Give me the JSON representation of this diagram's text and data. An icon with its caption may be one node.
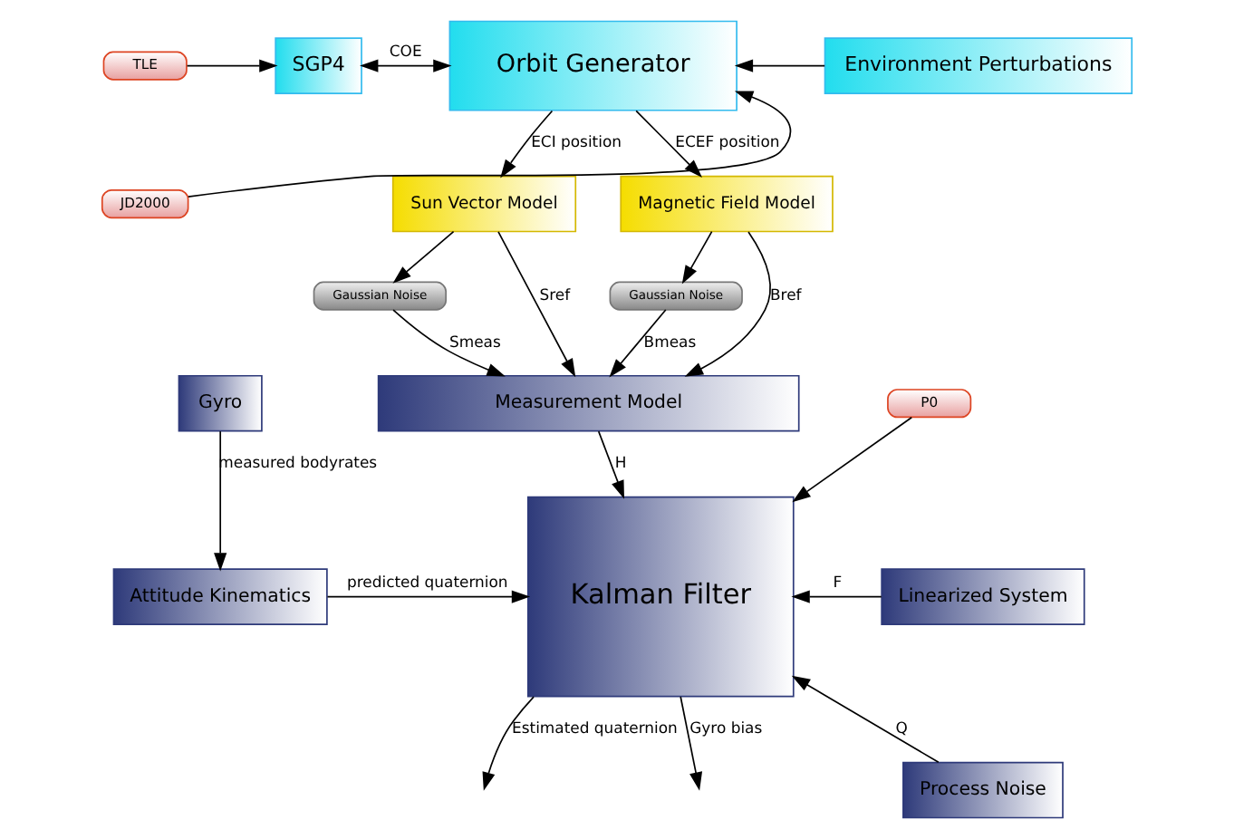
{
  "diagram": {
    "nodes": [
      {
        "text": [
          "TLE"
        ]
      },
      {
        "text": [
          "SGP4"
        ]
      },
      {
        "text": [
          "Orbit Generator"
        ]
      },
      {
        "text": [
          "Environment Perturbations"
        ]
      },
      {
        "text": [
          "JD2000"
        ]
      },
      {
        "text": [
          "Sun Vector Model"
        ]
      },
      {
        "text": [
          "Magnetic Field Model"
        ]
      },
      {
        "text": [
          "Gaussian Noise"
        ]
      },
      {
        "text": [
          "Gaussian Noise"
        ]
      },
      {
        "text": [
          "Measurement Model"
        ]
      },
      {
        "text": [
          "Gyro"
        ]
      },
      {
        "text": [
          "Kalman Filter"
        ]
      },
      {
        "text": [
          "P0"
        ]
      },
      {
        "text": [
          "Linearized System"
        ]
      },
      {
        "text": [
          "Attitude Kinematics"
        ]
      },
      {
        "text": [
          "Process Noise"
        ]
      }
    ],
    "edges": [
      {
        "from": 0,
        "to": 1,
        "arrow": "to"
      },
      {
        "from": 1,
        "to": 2,
        "arrow": "both",
        "label": "COE"
      },
      {
        "from": 3,
        "to": 2,
        "arrow": "to"
      },
      {
        "from": 4,
        "to": 2,
        "arrow": "to"
      },
      {
        "from": 2,
        "to": 5,
        "arrow": "to",
        "label": "ECI position"
      },
      {
        "from": 2,
        "to": 6,
        "arrow": "to",
        "label": "ECEF position"
      },
      {
        "from": 5,
        "to": 7,
        "arrow": "to"
      },
      {
        "from": 5,
        "to": 9,
        "arrow": "to",
        "label": "Sref"
      },
      {
        "from": 6,
        "to": 9,
        "arrow": "to",
        "label": "Bref"
      },
      {
        "from": 6,
        "to": 8,
        "arrow": "to"
      },
      {
        "from": 7,
        "to": 9,
        "arrow": "to",
        "label": "Smeas"
      },
      {
        "from": 8,
        "to": 9,
        "arrow": "to",
        "label": "Bmeas"
      },
      {
        "from": 9,
        "to": 11,
        "arrow": "to",
        "label": "H"
      },
      {
        "from": 12,
        "to": 11,
        "arrow": "to"
      },
      {
        "from": 13,
        "to": 11,
        "arrow": "to",
        "label": "F"
      },
      {
        "from": 15,
        "to": 11,
        "arrow": "to",
        "label": "Q"
      },
      {
        "from": 10,
        "to": 14,
        "arrow": "to",
        "label": "measured bodyrates"
      },
      {
        "from": 14,
        "to": 11,
        "arrow": "to",
        "label": "predicted quaternion"
      },
      {
        "from": 11,
        "to": null,
        "arrow": "to",
        "label": "Estimated quaternion"
      },
      {
        "from": 11,
        "to": null,
        "arrow": "to",
        "label": "Gyro bias"
      }
    ]
  }
}
